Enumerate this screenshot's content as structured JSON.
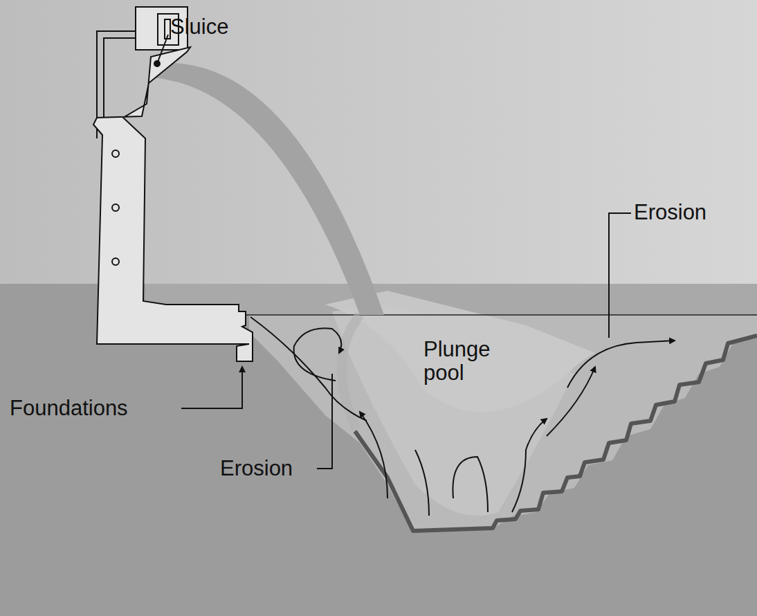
{
  "diagram": {
    "labels": [
      "Sluice",
      "Erosion",
      "Foundations",
      "Plunge pool",
      "Erosion"
    ]
  }
}
